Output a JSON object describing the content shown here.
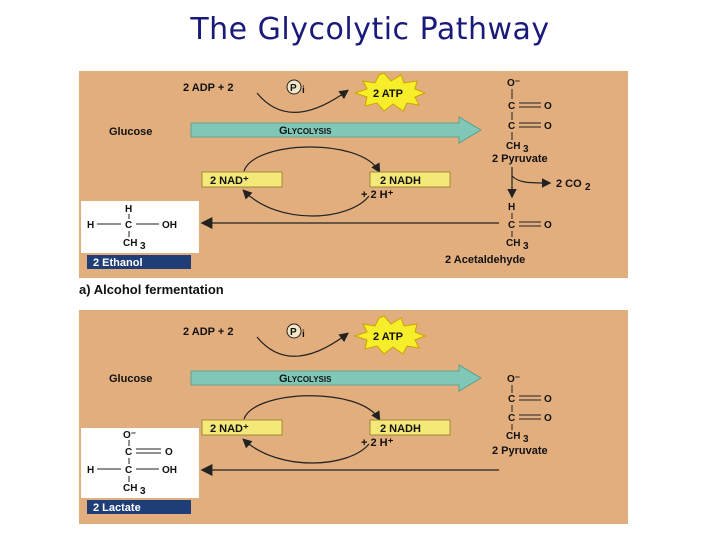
{
  "title": "The Glycolytic Pathway",
  "panel_a": {
    "caption": "a) Alcohol fermentation",
    "adp": "2 ADP + 2",
    "pi": "P",
    "pi_sub": "i",
    "atp": "2 ATP",
    "glucose": "Glucose",
    "glycolysis": "Glycolysis",
    "nad": "2 NAD⁺",
    "nadh": "2 NADH",
    "h_plus": "+ 2 H⁺",
    "pyruvate": "2 Pyruvate",
    "co2": "2 CO",
    "co2_sub": "2",
    "acetaldehyde": "2 Acetaldehyde",
    "product": "2 Ethanol",
    "pyruvate_atoms": {
      "o_minus": "O⁻",
      "c1": "C",
      "o1": "O",
      "c2": "C",
      "o2": "O",
      "ch3": "CH",
      "ch3_sub": "3"
    },
    "acetaldehyde_atoms": {
      "h": "H",
      "c": "C",
      "o": "O",
      "ch3": "CH",
      "ch3_sub": "3"
    },
    "ethanol_atoms": {
      "h_top": "H",
      "h_left": "H",
      "c": "C",
      "oh": "OH",
      "ch3": "CH",
      "ch3_sub": "3"
    }
  },
  "panel_b": {
    "adp": "2 ADP + 2",
    "pi": "P",
    "pi_sub": "i",
    "atp": "2 ATP",
    "glucose": "Glucose",
    "glycolysis": "Glycolysis",
    "nad": "2 NAD⁺",
    "nadh": "2 NADH",
    "h_plus": "+ 2 H⁺",
    "pyruvate": "2 Pyruvate",
    "product": "2 Lactate",
    "pyruvate_atoms": {
      "o_minus": "O⁻",
      "c1": "C",
      "o1": "O",
      "c2": "C",
      "o2": "O",
      "ch3": "CH",
      "ch3_sub": "3"
    },
    "lactate_atoms": {
      "o_minus": "O⁻",
      "c1": "C",
      "o1": "O",
      "h": "H",
      "c2": "C",
      "oh": "OH",
      "ch3": "CH",
      "ch3_sub": "3"
    }
  },
  "colors": {
    "panel_bg": "#e3ae7e",
    "glycolysis_arrow": "#7fc8b8",
    "atp_burst": "#f6ee2a",
    "nad_box": "#f4e878",
    "product_label_bg": "#1f3e78",
    "title": "#1a1a7a"
  }
}
